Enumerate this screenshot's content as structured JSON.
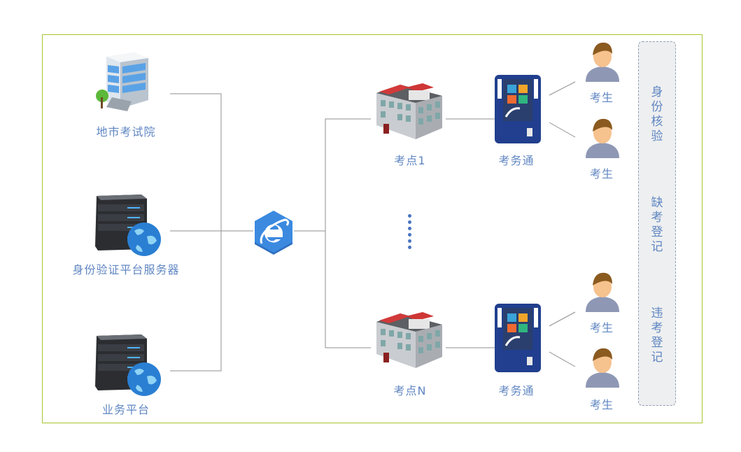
{
  "sources": [
    {
      "label": "地市考试院",
      "icon": "office-building-icon"
    },
    {
      "label": "身份验证平台服务器",
      "icon": "server-globe-icon"
    },
    {
      "label": "业务平台",
      "icon": "server-globe-icon"
    }
  ],
  "hub": {
    "icon": "internet-explorer-icon"
  },
  "sites": [
    {
      "label": "考点1",
      "terminal_label": "考务通",
      "students": [
        "考生",
        "考生"
      ]
    },
    {
      "label": "考点N",
      "terminal_label": "考务通",
      "students": [
        "考生",
        "考生"
      ]
    }
  ],
  "ellipsis": {
    "icon": "vertical-ellipsis-icon"
  },
  "functions": [
    "身份核验",
    "缺考登记",
    "违考登记"
  ],
  "colors": {
    "frame": "#a6c531",
    "label": "#5f86c2",
    "line": "#8a8a8a",
    "hub": "#3b84d8"
  }
}
